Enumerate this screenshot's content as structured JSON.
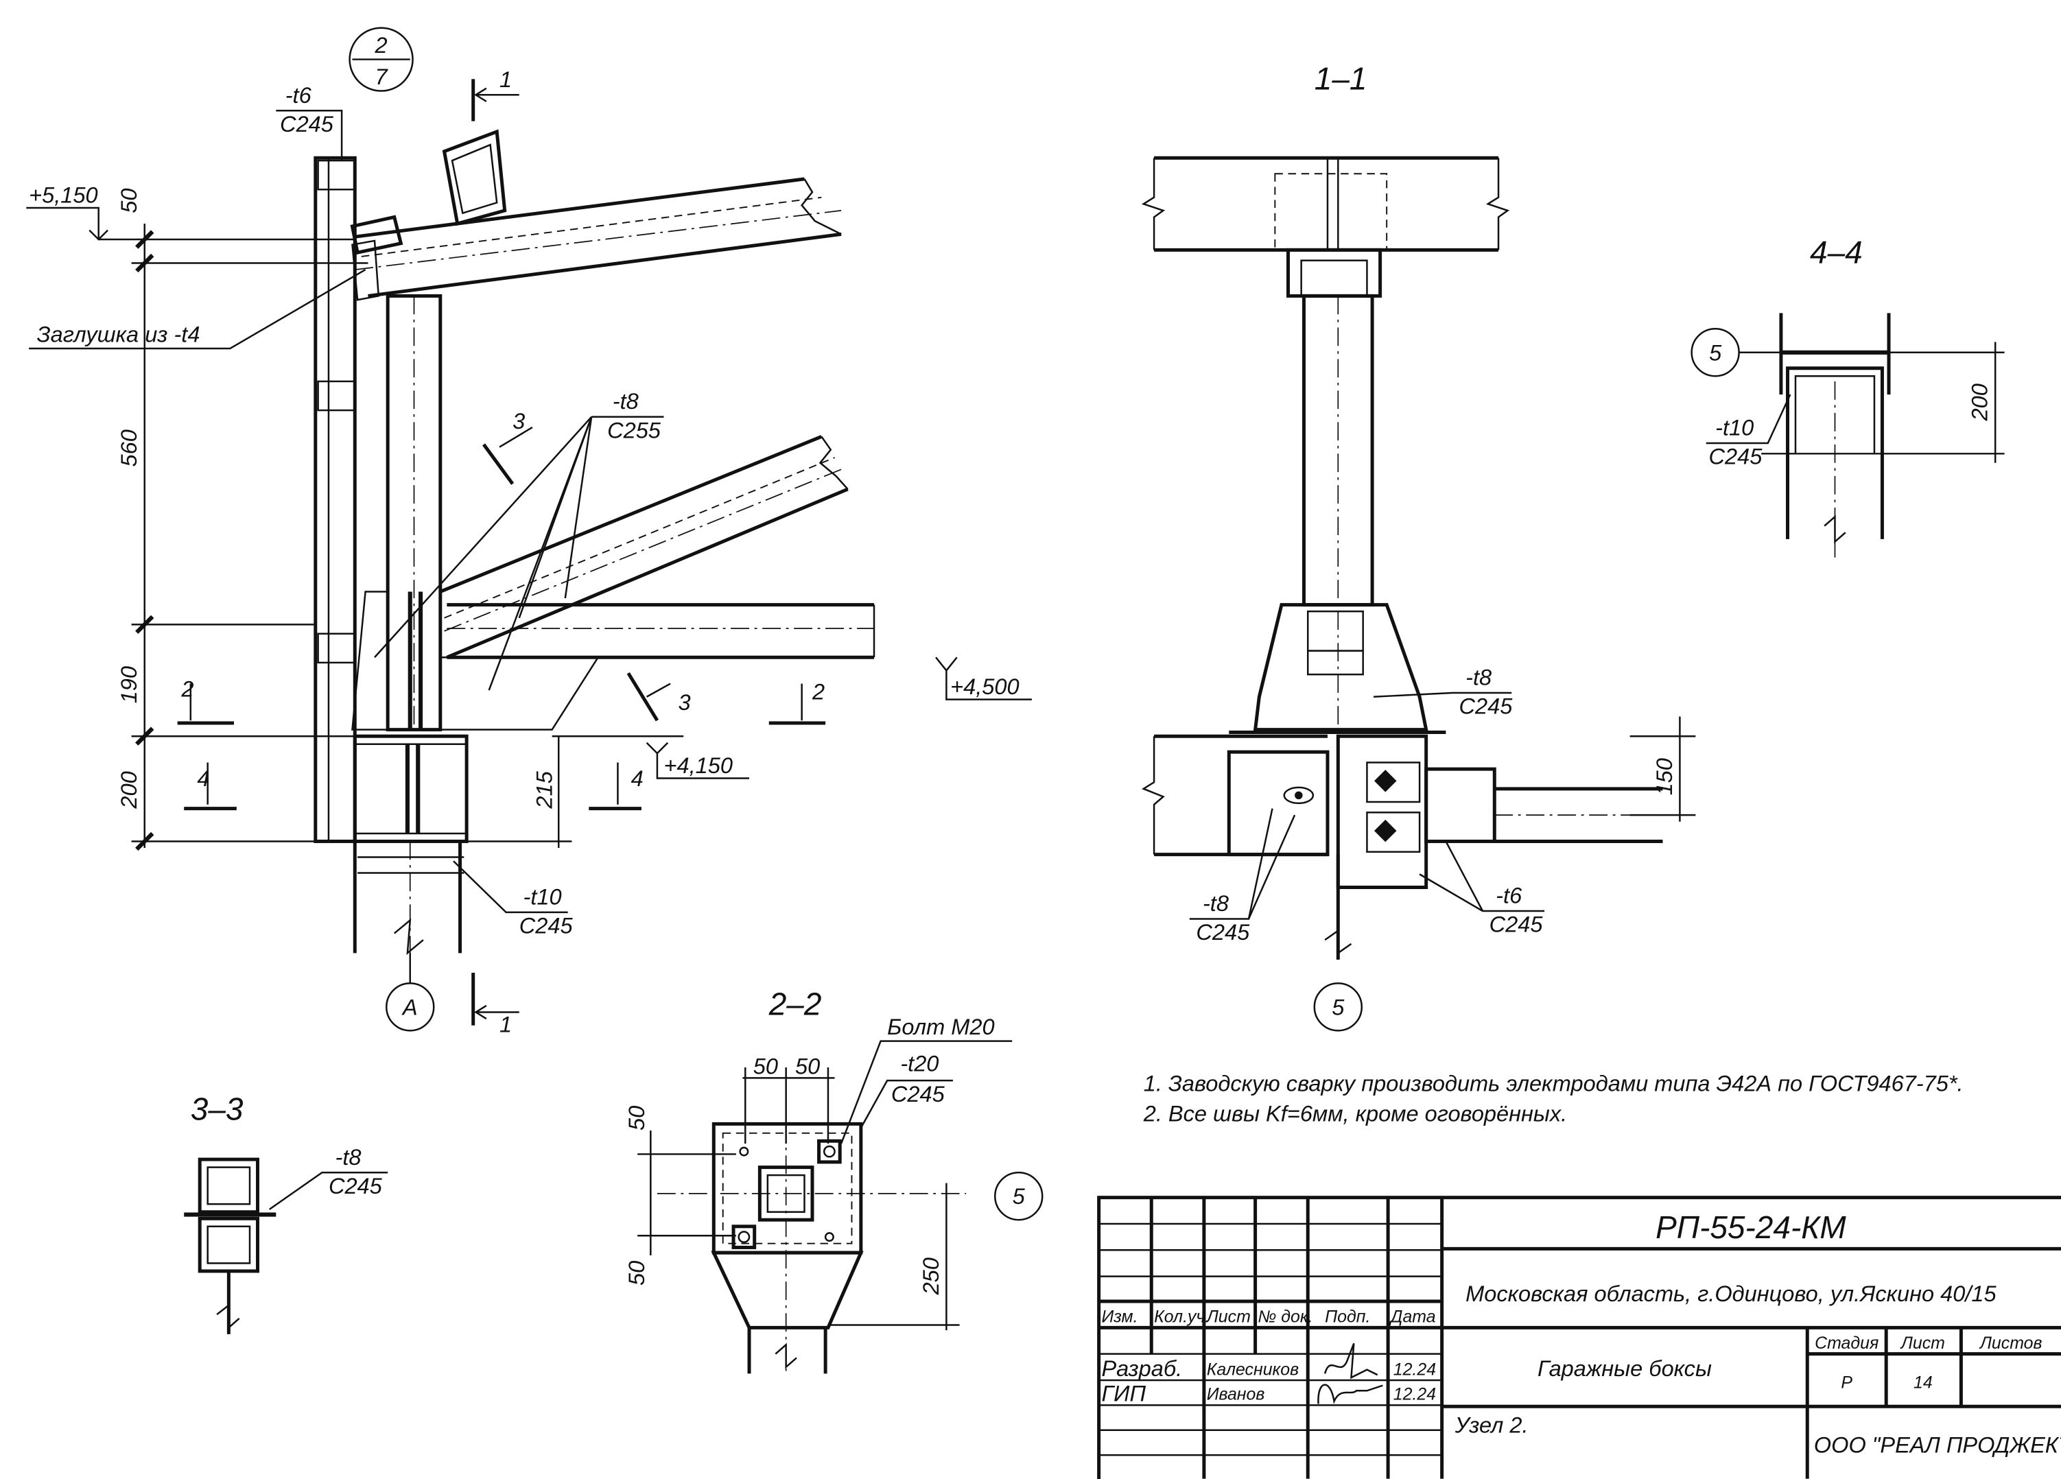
{
  "detail_main": {
    "node_ref_top": "2",
    "node_ref_bottom": "7",
    "plate_top": {
      "thickness": "-t6",
      "steel": "С245"
    },
    "elev_top": "+5,150",
    "plug_label": "Заглушка из -t4",
    "gusset": {
      "thickness": "-t8",
      "steel": "С255"
    },
    "elev_mid": "+4,500",
    "elev_low": "+4,150",
    "base_plate": {
      "thickness": "-t10",
      "steel": "С245"
    },
    "dims": [
      "50",
      "560",
      "190",
      "200"
    ],
    "dim_215": "215",
    "axis_label": "А",
    "section_1": "1",
    "section_2": "2",
    "section_3": "3",
    "section_4": "4"
  },
  "section_1_1": {
    "title": "1–1",
    "plate_a": {
      "thickness": "-t8",
      "steel": "С245"
    },
    "plate_b": {
      "thickness": "-t8",
      "steel": "С245"
    },
    "plate_c": {
      "thickness": "-t6",
      "steel": "С245"
    },
    "dim": "150",
    "axis_label": "5"
  },
  "section_4_4": {
    "title": "4–4",
    "axis_label": "5",
    "plate": {
      "thickness": "-t10",
      "steel": "С245"
    },
    "dim": "200"
  },
  "section_3_3": {
    "title": "3–3",
    "plate": {
      "thickness": "-t8",
      "steel": "С245"
    }
  },
  "section_2_2": {
    "title": "2–2",
    "bolt": "Болт М20",
    "plate": {
      "thickness": "-t20",
      "steel": "С245"
    },
    "dim_top": [
      "50",
      "50"
    ],
    "dim_left": [
      "50",
      "50"
    ],
    "dim_right": "250",
    "axis_label": "5"
  },
  "notes": [
    "1. Заводскую сварку производить электродами типа Э42А   по ГОСТ9467-75*.",
    "2. Все швы Kf=6мм, кроме оговорённых."
  ],
  "title_block": {
    "code": "РП-55-24-КМ",
    "address": "Московская область, г.Одинцово, ул.Яскино 40/15",
    "headers": [
      "Изм.",
      "Кол.уч.",
      "Лист",
      "№ док.",
      "Подп.",
      "Дата"
    ],
    "roles": [
      {
        "role": "Разраб.",
        "name": "Калесников",
        "date": "12.24"
      },
      {
        "role": "ГИП",
        "name": "Иванов",
        "date": "12.24"
      }
    ],
    "object": "Гаражные боксы",
    "stage_headers": [
      "Стадия",
      "Лист",
      "Листов"
    ],
    "stage": "Р",
    "sheet": "14",
    "sheets": "",
    "sheet_title": "Узел 2.",
    "company": "ООО \"РЕАЛ ПРОДЖЕКТ\""
  }
}
